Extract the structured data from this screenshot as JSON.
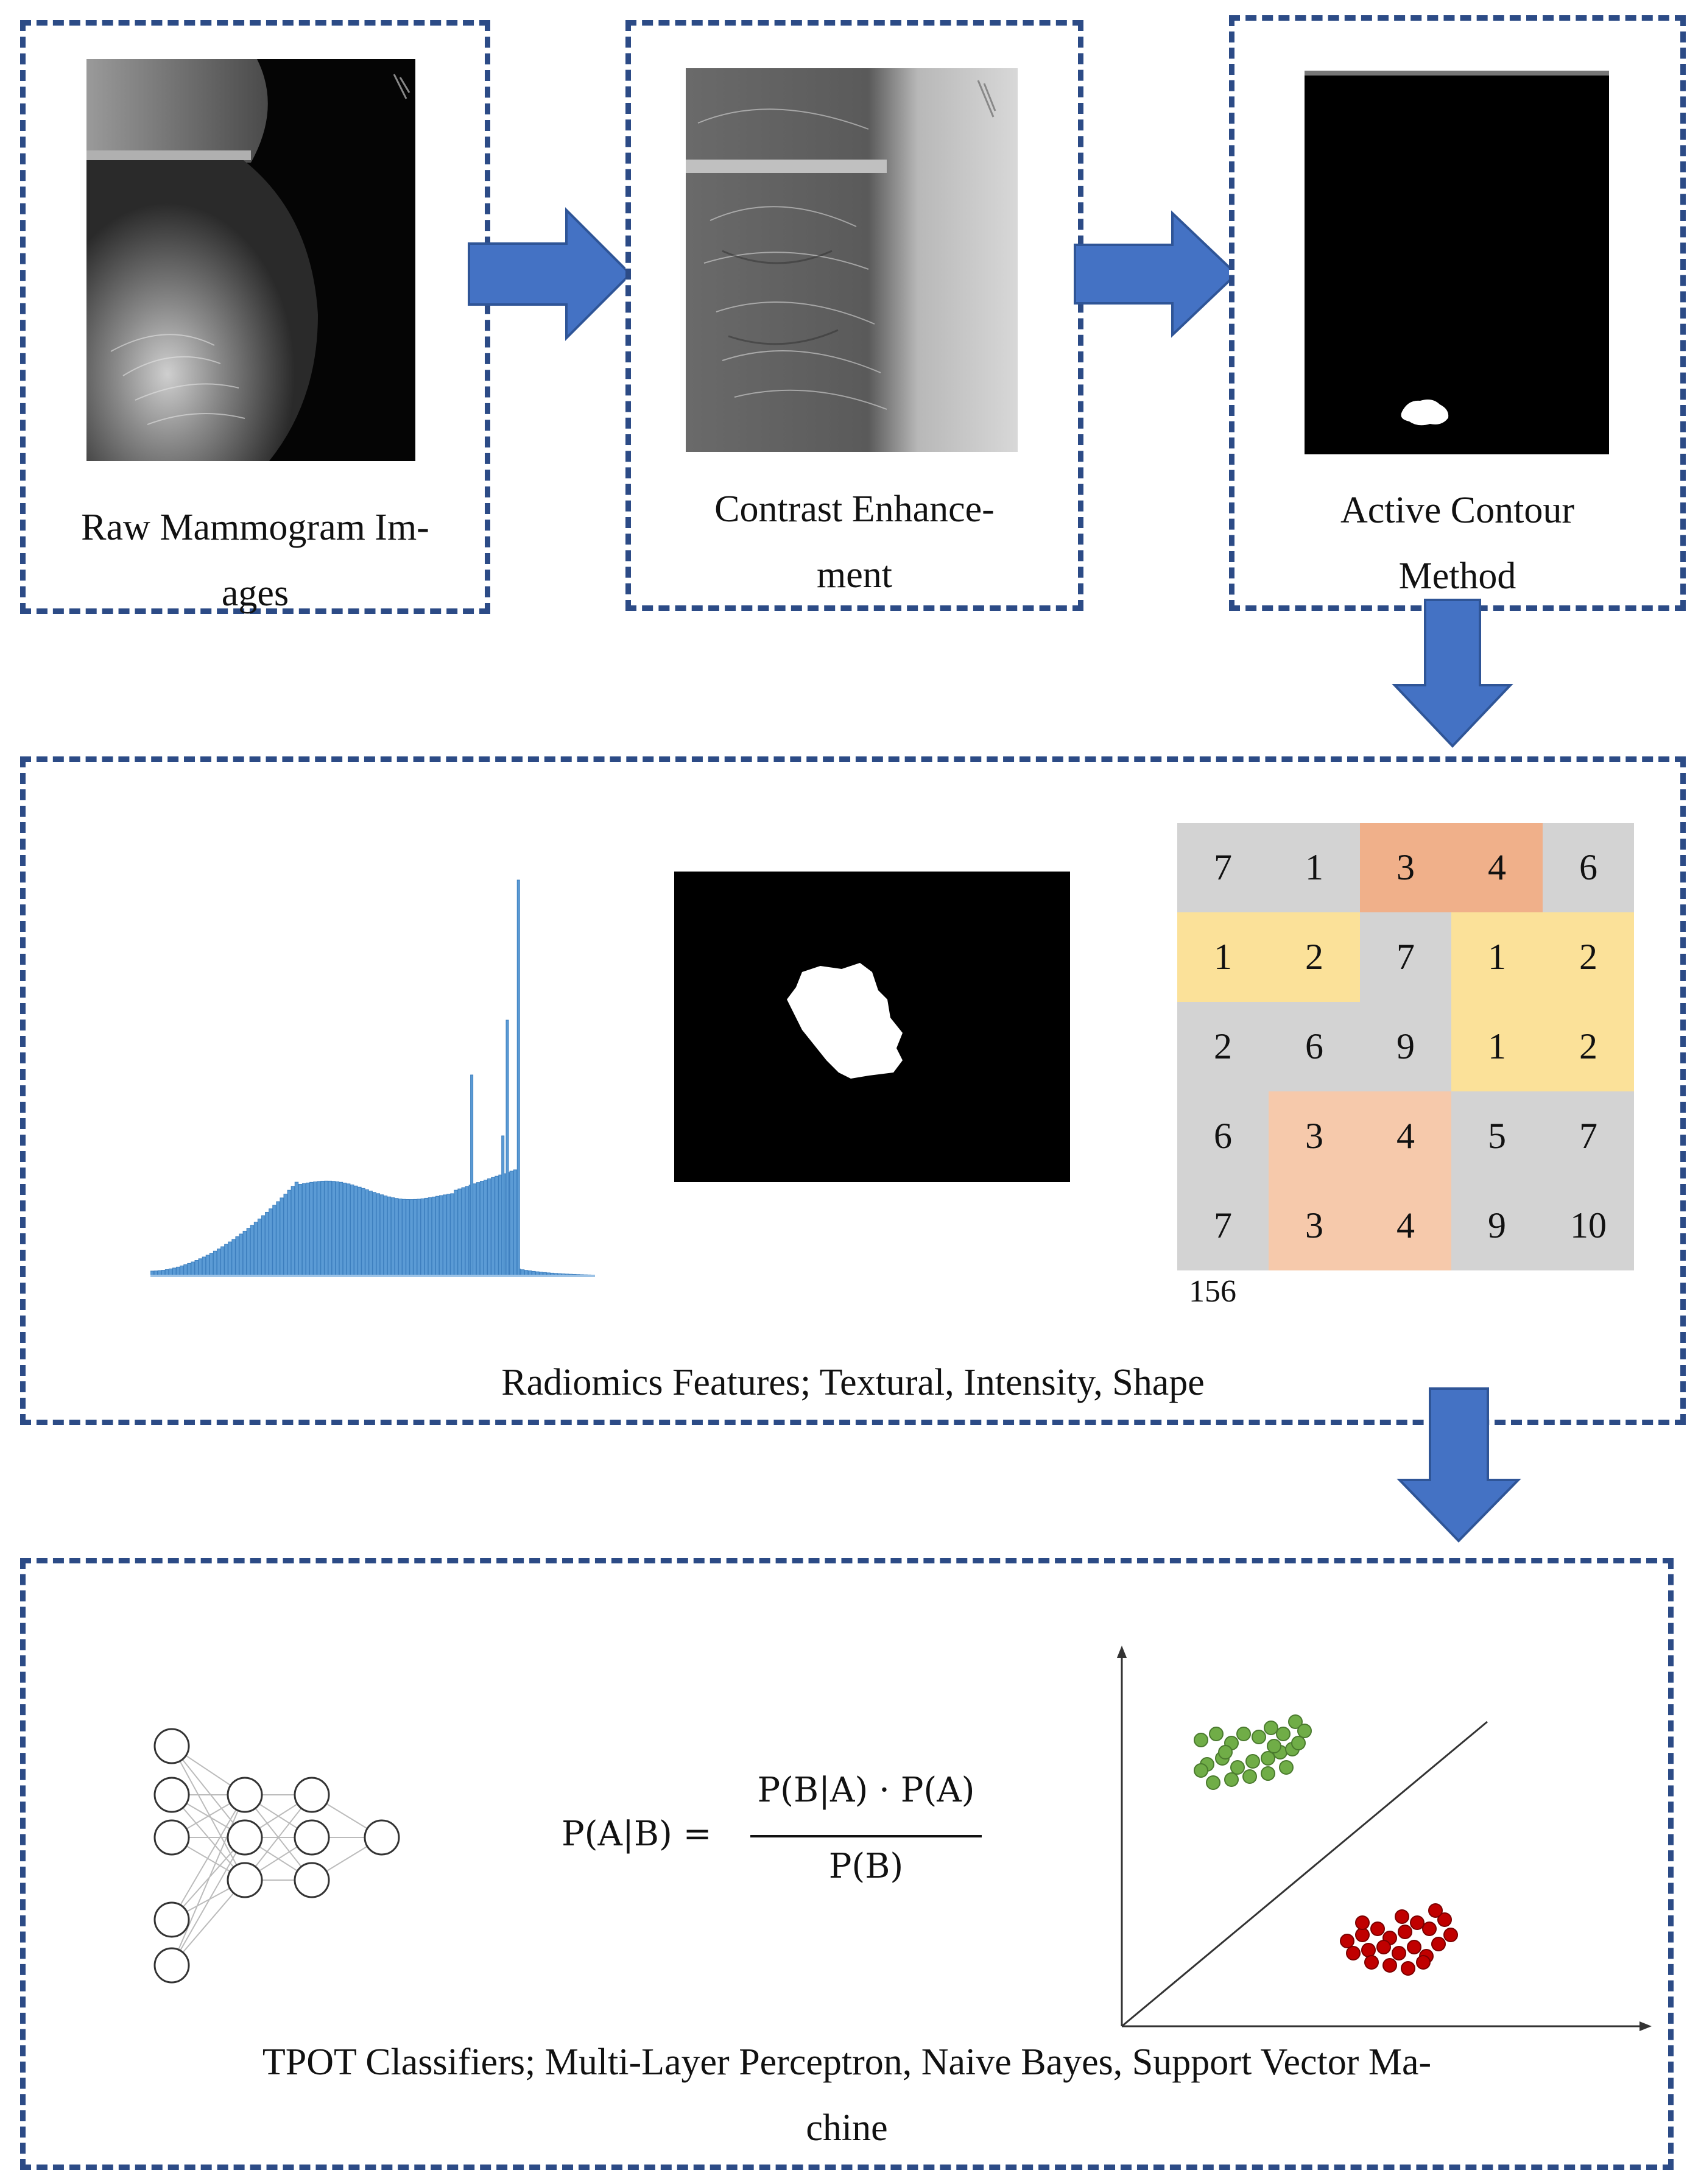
{
  "row1": {
    "raw": {
      "caption_line1": "Raw Mammogram Im-",
      "caption_line2": "ages"
    },
    "contrast": {
      "caption_line1": "Contrast Enhance-",
      "caption_line2": "ment"
    },
    "contour": {
      "caption_line1": "Active Contour",
      "caption_line2": "Method"
    }
  },
  "radiomics": {
    "caption": "Radiomics Features; Textural, Intensity, Shape",
    "matrix_label": "156",
    "matrix": [
      [
        {
          "v": "7",
          "c": "#d3d3d3"
        },
        {
          "v": "1",
          "c": "#d3d3d3"
        },
        {
          "v": "3",
          "c": "#f0b08a"
        },
        {
          "v": "4",
          "c": "#f0b08a"
        },
        {
          "v": "6",
          "c": "#d3d3d3"
        }
      ],
      [
        {
          "v": "1",
          "c": "#fbe199"
        },
        {
          "v": "2",
          "c": "#fbe199"
        },
        {
          "v": "7",
          "c": "#d3d3d3"
        },
        {
          "v": "1",
          "c": "#fbe199"
        },
        {
          "v": "2",
          "c": "#fbe199"
        }
      ],
      [
        {
          "v": "2",
          "c": "#d3d3d3"
        },
        {
          "v": "6",
          "c": "#d3d3d3"
        },
        {
          "v": "9",
          "c": "#d3d3d3"
        },
        {
          "v": "1",
          "c": "#fbe199"
        },
        {
          "v": "2",
          "c": "#fbe199"
        }
      ],
      [
        {
          "v": "6",
          "c": "#d3d3d3"
        },
        {
          "v": "3",
          "c": "#f6c9ab"
        },
        {
          "v": "4",
          "c": "#f6c9ab"
        },
        {
          "v": "5",
          "c": "#d3d3d3"
        },
        {
          "v": "7",
          "c": "#d3d3d3"
        }
      ],
      [
        {
          "v": "7",
          "c": "#d3d3d3"
        },
        {
          "v": "3",
          "c": "#f6c9ab"
        },
        {
          "v": "4",
          "c": "#f6c9ab"
        },
        {
          "v": "9",
          "c": "#d3d3d3"
        },
        {
          "v": "10",
          "c": "#d3d3d3"
        }
      ]
    ]
  },
  "classifiers": {
    "caption_line1": "TPOT Classifiers; Multi-Layer Perceptron, Naive Bayes, Support Vector Ma-",
    "caption_line2": "chine",
    "formula": {
      "lhs": "P(A|B) =",
      "numerator": "P(B|A) · P(A)",
      "denominator": "P(B)"
    }
  },
  "colors": {
    "border": "#2c4b86",
    "arrow": "#4472c4",
    "histogram": "#5b9bd5",
    "class_a": "#70ad47",
    "class_b": "#c00000"
  }
}
